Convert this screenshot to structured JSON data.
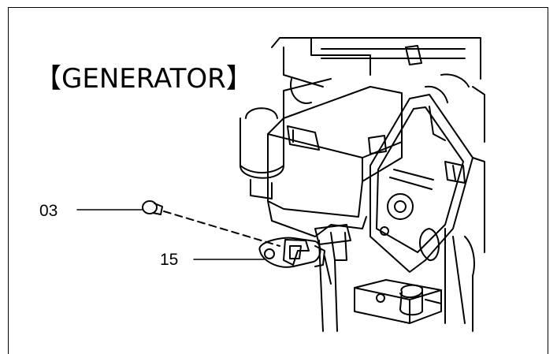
{
  "title": "【GENERATOR】",
  "callouts": [
    {
      "id": "03"
    },
    {
      "id": "15"
    }
  ],
  "colors": {
    "ink": "#000000",
    "background": "#ffffff"
  }
}
